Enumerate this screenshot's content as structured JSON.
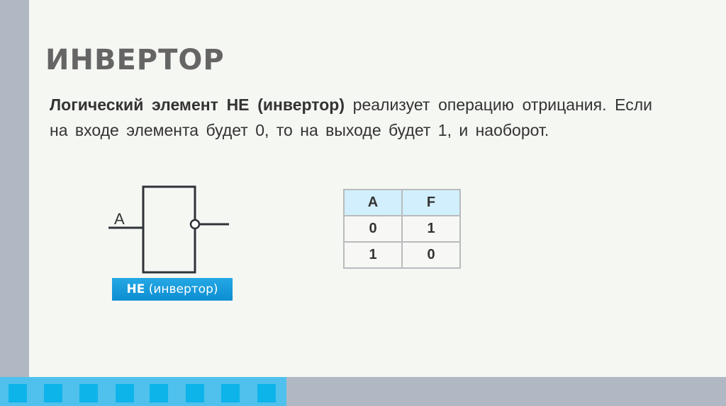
{
  "slide": {
    "title": "ИНВЕРТОР",
    "paragraph": {
      "bold_part": "Логический элемент  НЕ  (инвертор)",
      "normal_part": " реализует  операцию отрицания. Если  на  входе  элемента  будет  0,  то  на  выходе  будет 1, и  наоборот."
    },
    "diagram": {
      "input_label": "A",
      "gate_label_bold": "НЕ",
      "gate_label_rest": " (инвертор)"
    },
    "truth_table": {
      "headers": [
        "A",
        "F"
      ],
      "rows": [
        [
          "0",
          "1"
        ],
        [
          "1",
          "0"
        ]
      ]
    }
  },
  "colors": {
    "background": "#f5f7f3",
    "side_bar": "#b0b8c3",
    "bottom_blue": "#4fc1ec",
    "bottom_square": "#0db4e9",
    "label_blue": "#1a9ddc",
    "table_header": "#d2effd"
  }
}
